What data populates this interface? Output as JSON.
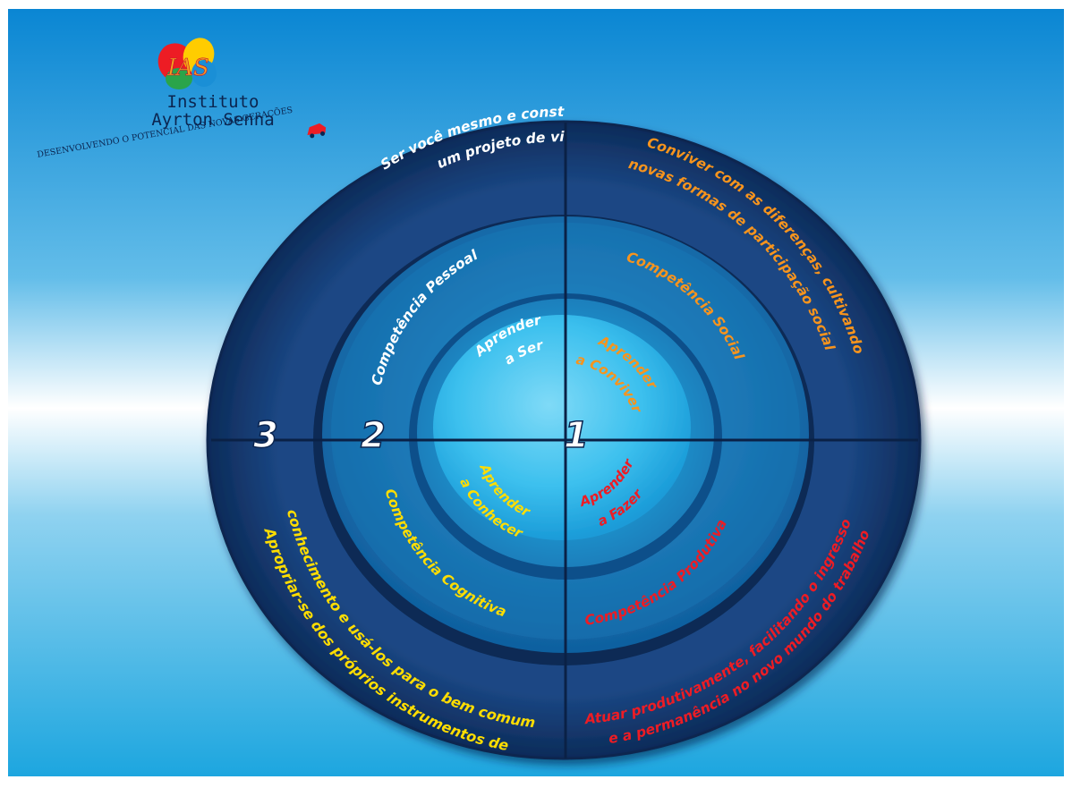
{
  "logo": {
    "mark": "IAS",
    "line1": "Instituto",
    "line2": "Ayrton Senna",
    "tagline": "DESENVOLVENDO O POTENCIAL DAS NOVAS GERAÇÕES"
  },
  "colors": {
    "background_top": "#0a86d3",
    "background_mid": "#ffffff",
    "background_bottom": "#1da6df",
    "outer_ring": "#14396f",
    "middle_ring": "#1674b3",
    "inner_ring": "#1e92cc",
    "core": "#34bdec",
    "text_white": "#ffffff",
    "text_orange": "#f7941d",
    "text_yellow": "#ffdd00",
    "text_red": "#ed1c24"
  },
  "quadrant_numbers": {
    "inner": "1",
    "middle": "2",
    "outer": "3"
  },
  "quadrants": {
    "top_left": {
      "outer": [
        "Ser você mesmo e construir",
        "um projeto de vida"
      ],
      "middle": "Competência Pessoal",
      "inner": [
        "Aprender",
        "a Ser"
      ]
    },
    "top_right": {
      "outer": [
        "Conviver com as diferenças, cultivando",
        "novas formas de participação social"
      ],
      "middle": "Competência Social",
      "inner": [
        "Aprender",
        "a Conviver"
      ]
    },
    "bottom_left": {
      "outer": [
        "Apropriar-se dos próprios instrumentos de",
        "conhecimento e usá-los para o bem comum"
      ],
      "middle": "Competência Cognitiva",
      "inner": [
        "Aprender",
        "a Conhecer"
      ]
    },
    "bottom_right": {
      "outer": [
        "Atuar produtivamente, facilitando o ingresso",
        "e a permanência no novo mundo do trabalho"
      ],
      "middle": "Competência Produtiva",
      "inner": [
        "Aprender",
        "a Fazer"
      ]
    }
  }
}
